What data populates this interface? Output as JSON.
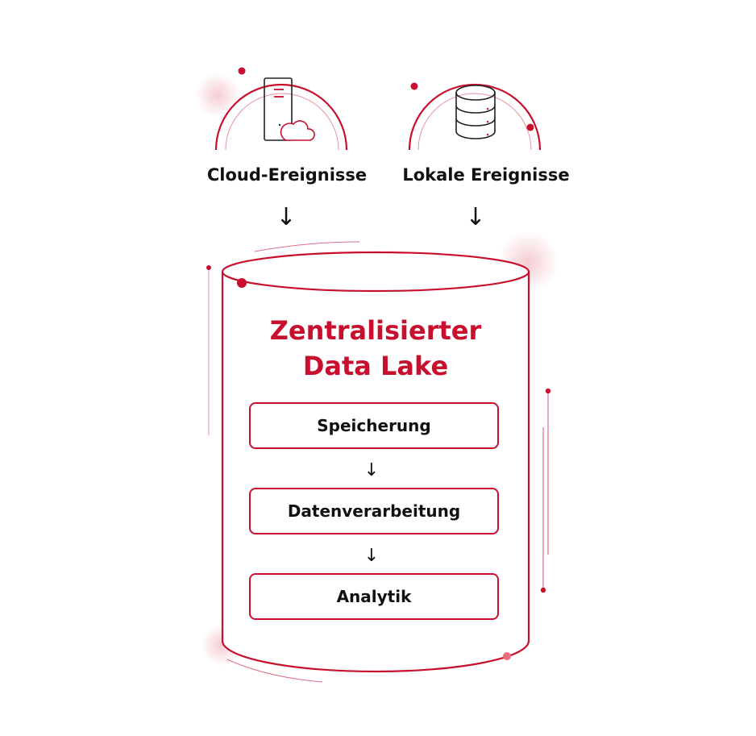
{
  "sources": [
    {
      "label": "Cloud-Ereignisse",
      "icon": "server-cloud-icon"
    },
    {
      "label": "Lokale Ereignisse",
      "icon": "database-icon"
    }
  ],
  "lake": {
    "title_line1": "Zentralisierter",
    "title_line2": "Data Lake"
  },
  "steps": [
    {
      "label": "Speicherung"
    },
    {
      "label": "Datenverarbeitung"
    },
    {
      "label": "Analytik"
    }
  ],
  "arrow_glyph": "↓",
  "colors": {
    "accent": "#c8102e",
    "text": "#111111",
    "glow": "#f4c7cd"
  }
}
